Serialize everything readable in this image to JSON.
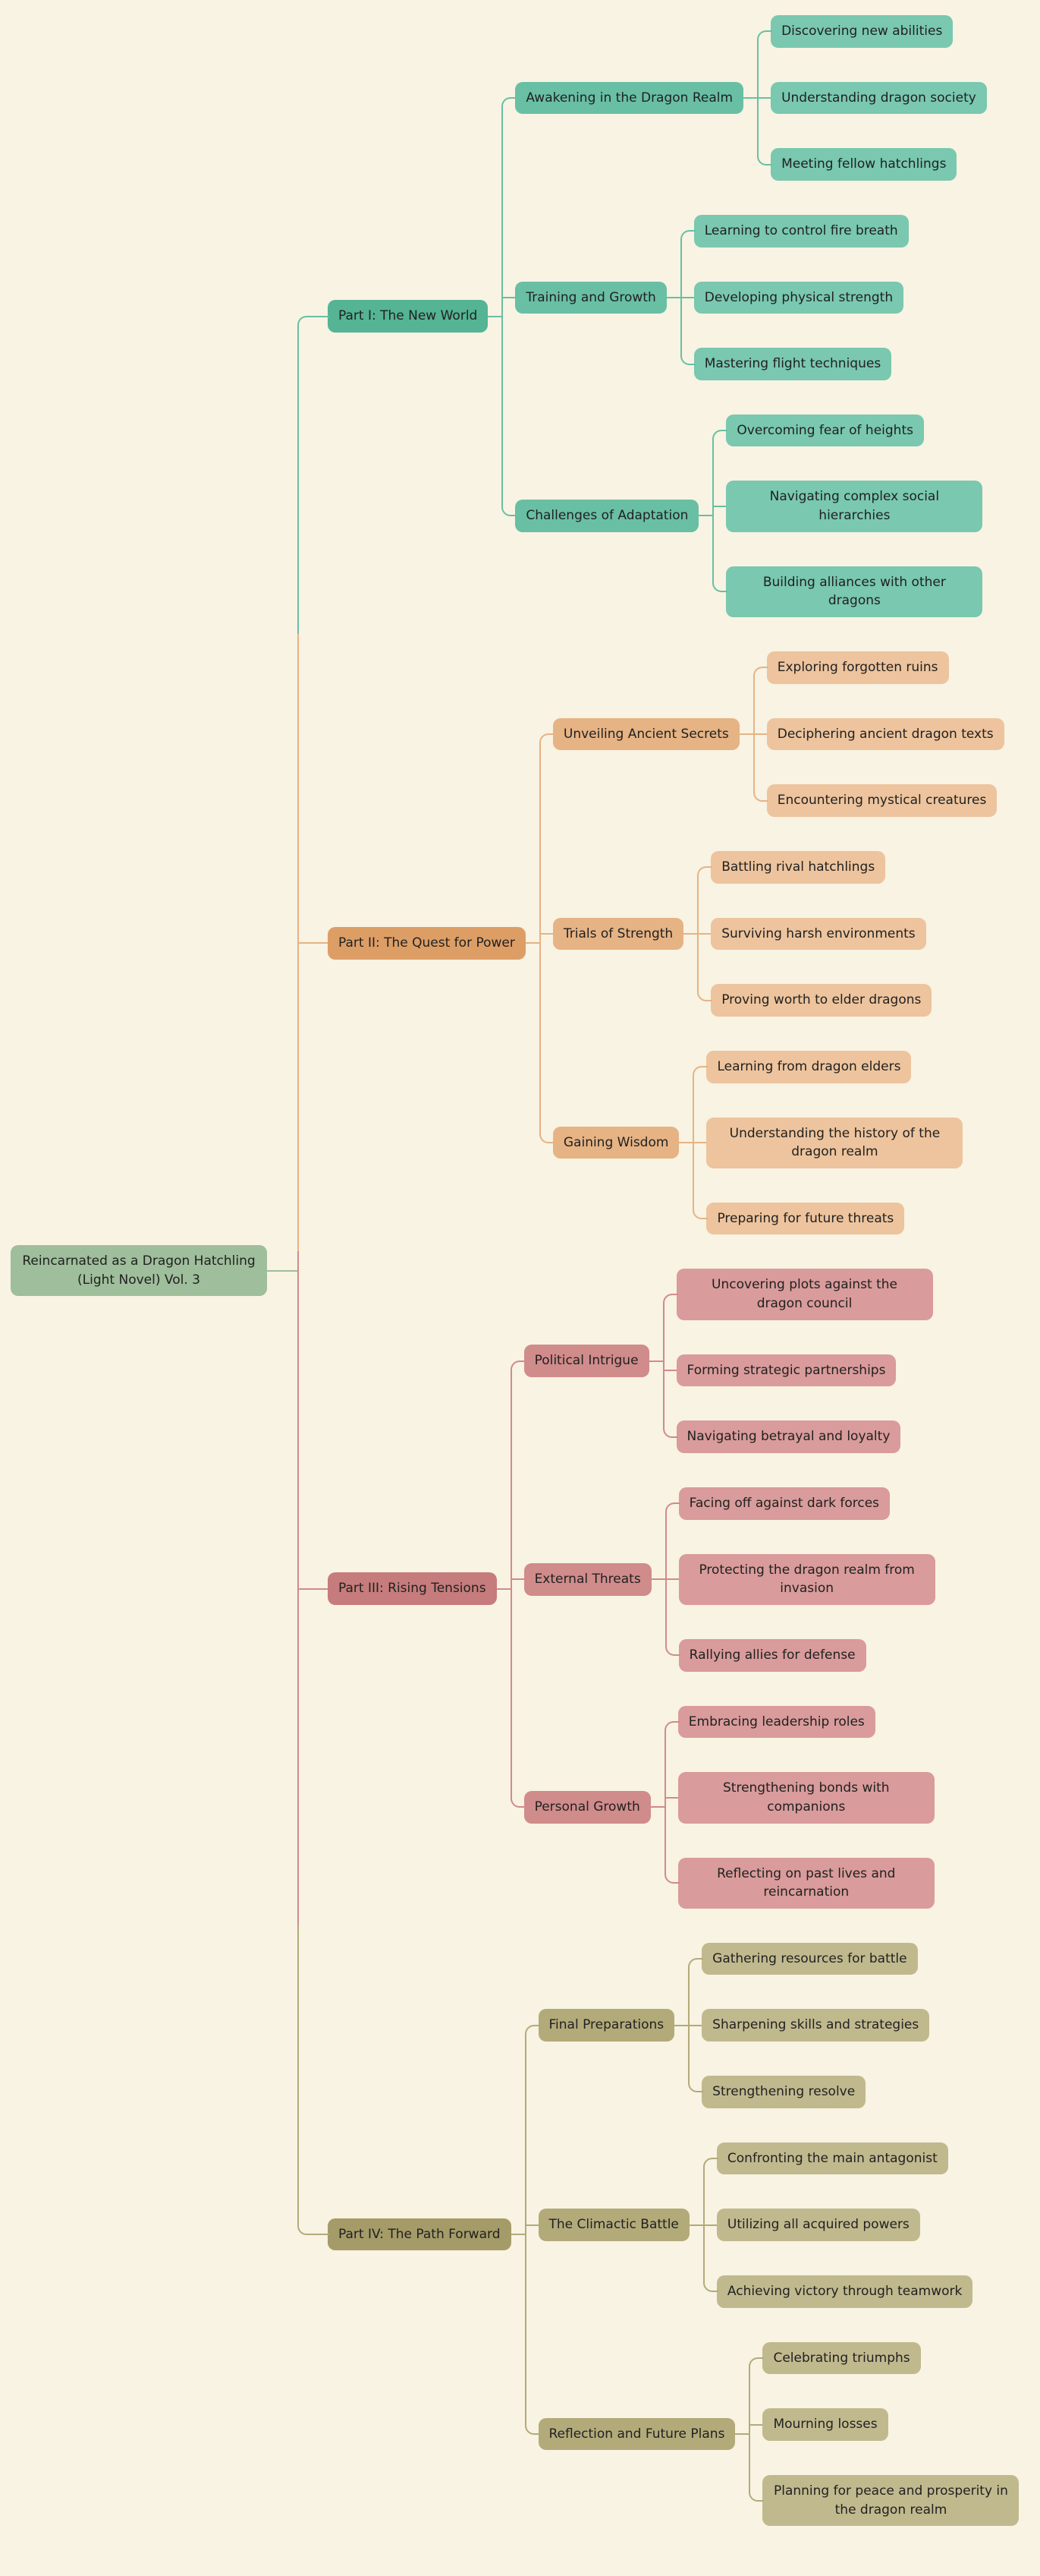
{
  "background": "#f8f3e3",
  "text_color": "#212121",
  "root": {
    "label": "Reincarnated as a Dragon Hatchling (Light Novel) Vol. 3",
    "palette": {
      "node": "#9fbe9b",
      "line": "#9fbe9b"
    },
    "children": [
      {
        "label": "Part I: The New World",
        "palette": {
          "part": "#54b493",
          "section": "#69bfa4",
          "leaf": "#79c8af",
          "line": "#69bfa4"
        },
        "children": [
          {
            "label": "Awakening in the Dragon Realm",
            "children": [
              {
                "label": "Discovering new abilities"
              },
              {
                "label": "Understanding dragon society"
              },
              {
                "label": "Meeting fellow hatchlings"
              }
            ]
          },
          {
            "label": "Training and Growth",
            "children": [
              {
                "label": "Learning to control fire breath"
              },
              {
                "label": "Developing physical strength"
              },
              {
                "label": "Mastering flight techniques"
              }
            ]
          },
          {
            "label": "Challenges of Adaptation",
            "children": [
              {
                "label": "Overcoming fear of heights"
              },
              {
                "label": "Navigating complex social hierarchies"
              },
              {
                "label": "Building alliances with other dragons"
              }
            ]
          }
        ]
      },
      {
        "label": "Part II: The Quest for Power",
        "palette": {
          "part": "#dd9e66",
          "section": "#e6b384",
          "leaf": "#edc49d",
          "line": "#e6b384"
        },
        "children": [
          {
            "label": "Unveiling Ancient Secrets",
            "children": [
              {
                "label": "Exploring forgotten ruins"
              },
              {
                "label": "Deciphering ancient dragon texts"
              },
              {
                "label": "Encountering mystical creatures"
              }
            ]
          },
          {
            "label": "Trials of Strength",
            "children": [
              {
                "label": "Battling rival hatchlings"
              },
              {
                "label": "Surviving harsh environments"
              },
              {
                "label": "Proving worth to elder dragons"
              }
            ]
          },
          {
            "label": "Gaining Wisdom",
            "children": [
              {
                "label": "Learning from dragon elders"
              },
              {
                "label": "Understanding the history of the dragon realm"
              },
              {
                "label": "Preparing for future threats"
              }
            ]
          }
        ]
      },
      {
        "label": "Part III: Rising Tensions",
        "palette": {
          "part": "#c67c7c",
          "section": "#d08b8b",
          "leaf": "#d99b9b",
          "line": "#d08b8b"
        },
        "children": [
          {
            "label": "Political Intrigue",
            "children": [
              {
                "label": "Uncovering plots against the dragon council"
              },
              {
                "label": "Forming strategic partnerships"
              },
              {
                "label": "Navigating betrayal and loyalty"
              }
            ]
          },
          {
            "label": "External Threats",
            "children": [
              {
                "label": "Facing off against dark forces"
              },
              {
                "label": "Protecting the dragon realm from invasion"
              },
              {
                "label": "Rallying allies for defense"
              }
            ]
          },
          {
            "label": "Personal Growth",
            "children": [
              {
                "label": "Embracing leadership roles"
              },
              {
                "label": "Strengthening bonds with companions"
              },
              {
                "label": "Reflecting on past lives and reincarnation"
              }
            ]
          }
        ]
      },
      {
        "label": "Part IV: The Path Forward",
        "palette": {
          "part": "#a59b68",
          "section": "#b3aa7a",
          "leaf": "#c1b98e",
          "line": "#b3aa7a"
        },
        "children": [
          {
            "label": "Final Preparations",
            "children": [
              {
                "label": "Gathering resources for battle"
              },
              {
                "label": "Sharpening skills and strategies"
              },
              {
                "label": "Strengthening resolve"
              }
            ]
          },
          {
            "label": "The Climactic Battle",
            "children": [
              {
                "label": "Confronting the main antagonist"
              },
              {
                "label": "Utilizing all acquired powers"
              },
              {
                "label": "Achieving victory through teamwork"
              }
            ]
          },
          {
            "label": "Reflection and Future Plans",
            "children": [
              {
                "label": "Celebrating triumphs"
              },
              {
                "label": "Mourning losses"
              },
              {
                "label": "Planning for peace and prosperity in the dragon realm"
              }
            ]
          }
        ]
      }
    ]
  }
}
